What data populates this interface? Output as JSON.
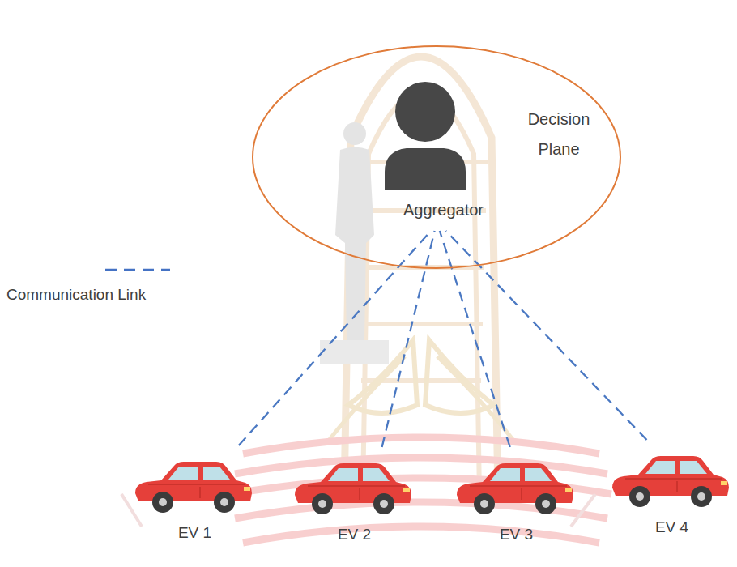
{
  "diagram": {
    "nodes": [
      {
        "text": [
          "Decision Plane"
        ]
      },
      {
        "text": [
          "Aggregator"
        ],
        "in": 0
      },
      {
        "text": [
          "EV 1"
        ]
      },
      {
        "text": [
          "EV 2"
        ]
      },
      {
        "text": [
          "EV 3"
        ]
      },
      {
        "text": [
          "EV 4"
        ]
      }
    ],
    "edges": [
      {
        "from": 2,
        "to": 1,
        "arrow": "none"
      },
      {
        "from": 3,
        "to": 1,
        "arrow": "none"
      },
      {
        "from": 4,
        "to": 1,
        "arrow": "none"
      },
      {
        "from": 5,
        "to": 1,
        "arrow": "none"
      }
    ],
    "legend": [
      {
        "text": "Communication Link"
      }
    ]
  }
}
